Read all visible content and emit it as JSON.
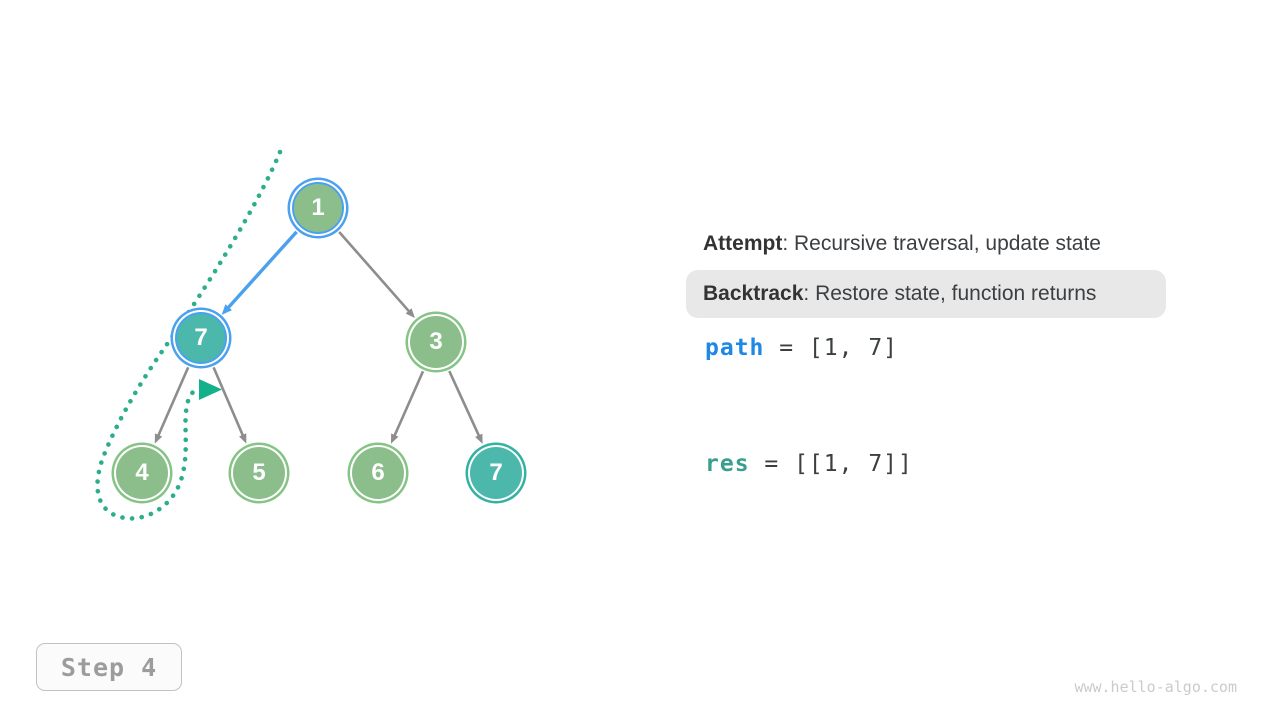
{
  "colors": {
    "node-green": "#8CBE8C",
    "ring-green": "#85C485",
    "node-teal": "#4BB8AB",
    "ring-teal": "#33B1A3",
    "accent-blue": "#4BA1ED",
    "edge-gray": "#8D8D8D",
    "trace-green": "#2BAE8C",
    "arrow-teal": "#12B189",
    "kw-blue": "#1E88E5",
    "kw-teal": "#399E8C",
    "text-dark": "#3B3F42",
    "muted": "#9C9C9C",
    "hl-bg": "#E8E8E8"
  },
  "tree": {
    "nodes": [
      {
        "value": "1",
        "state": "visited-current-path-root"
      },
      {
        "value": "7",
        "state": "visited-current"
      },
      {
        "value": "3",
        "state": "unvisited"
      },
      {
        "value": "4",
        "state": "unvisited"
      },
      {
        "value": "5",
        "state": "unvisited"
      },
      {
        "value": "6",
        "state": "unvisited"
      },
      {
        "value": "7",
        "state": "target"
      }
    ]
  },
  "legend": {
    "attempt_label": "Attempt",
    "attempt_text": ": Recursive traversal, update state",
    "backtrack_label": "Backtrack",
    "backtrack_text": ": Restore state, function returns"
  },
  "state": {
    "path_var": "path",
    "path_value": " = [1, 7]",
    "res_var": "res",
    "res_value": " = [[1, 7]]"
  },
  "footer": {
    "step_label": "Step 4",
    "watermark": "www.hello-algo.com"
  }
}
